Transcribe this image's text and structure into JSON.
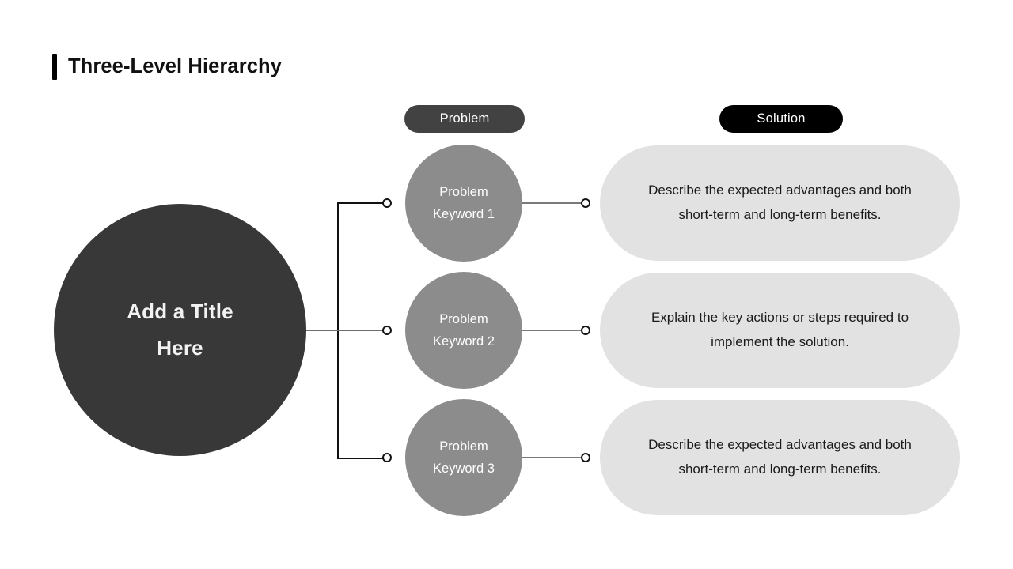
{
  "slide": {
    "title": "Three-Level Hierarchy",
    "accent_color": "#000000",
    "background_color": "#ffffff"
  },
  "hub": {
    "label": "Add a Title Here",
    "color": "#383838",
    "text_color": "#f2f2f2"
  },
  "columns": {
    "problem": {
      "label": "Problem",
      "color": "#424242"
    },
    "solution": {
      "label": "Solution",
      "color": "#000000"
    }
  },
  "rows": [
    {
      "problem_label": "Problem Keyword 1",
      "solution_text": "Describe the expected advantages and both short-term and long-term benefits."
    },
    {
      "problem_label": "Problem Keyword 2",
      "solution_text": "Explain the key actions or steps required to implement the solution."
    },
    {
      "problem_label": "Problem Keyword 3",
      "solution_text": "Describe the expected advantages and both short-term and long-term benefits."
    }
  ],
  "colors": {
    "problem_circle": "#8c8c8c",
    "solution_card": "#e2e2e2",
    "connector_line": "#7a7a7a",
    "bracket_line": "#111111",
    "node_fill": "#ffffff",
    "node_stroke": "#141414"
  }
}
